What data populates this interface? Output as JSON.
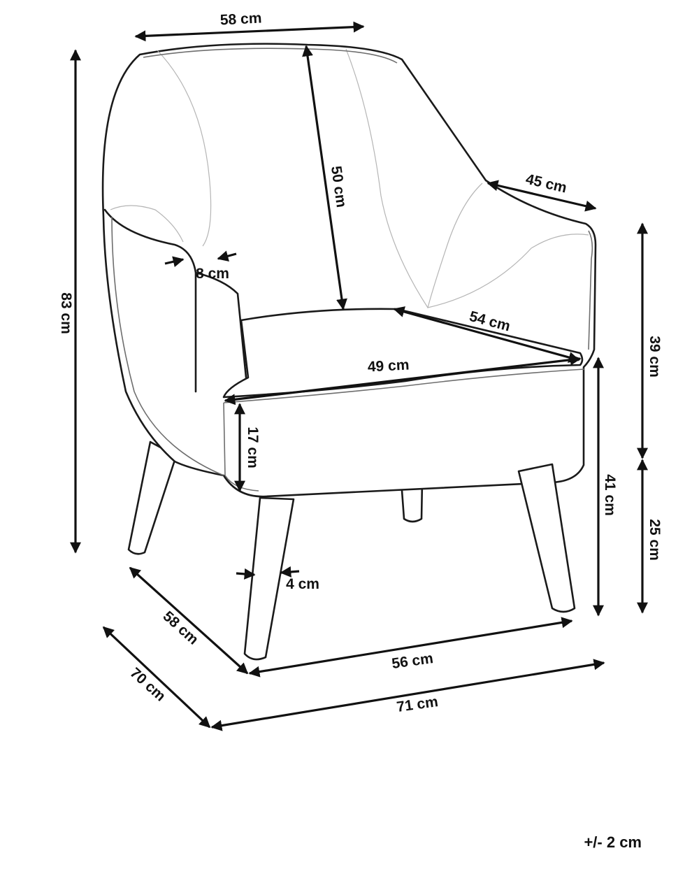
{
  "dimensions": {
    "top_width": "58 cm",
    "total_height": "83 cm",
    "backrest_height": "50 cm",
    "armrest_length": "45 cm",
    "armrest_width": "8 cm",
    "seat_depth": "54 cm",
    "seat_width": "49 cm",
    "cushion_height": "17 cm",
    "armrest_height": "39 cm",
    "seat_height": "41 cm",
    "leg_height": "25 cm",
    "leg_width": "4 cm",
    "leg_depth": "58 cm",
    "total_depth": "70 cm",
    "leg_span_width": "56 cm",
    "total_width": "71 cm"
  },
  "tolerance": "+/- 2 cm"
}
